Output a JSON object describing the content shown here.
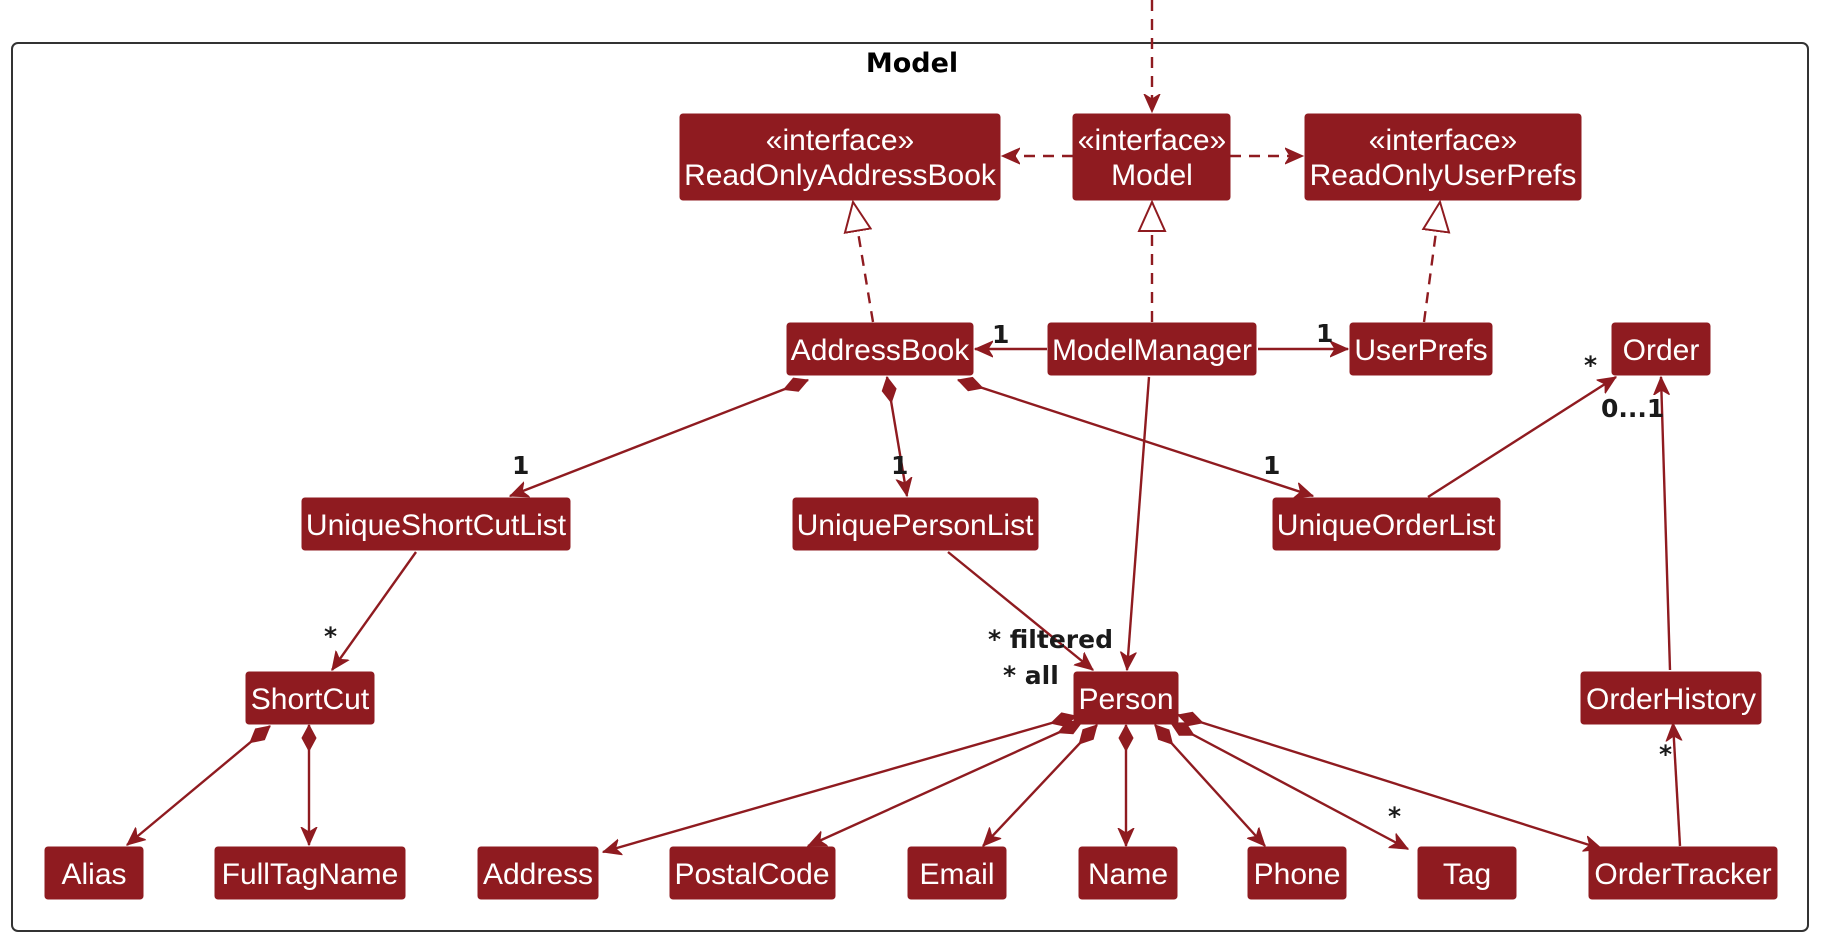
{
  "frame": {
    "title": "Model"
  },
  "nodes": [
    {
      "id": "readonly-address-book",
      "stereotype": "«interface»",
      "name": "ReadOnlyAddressBook"
    },
    {
      "id": "model",
      "stereotype": "«interface»",
      "name": "Model"
    },
    {
      "id": "readonly-user-prefs",
      "stereotype": "«interface»",
      "name": "ReadOnlyUserPrefs"
    },
    {
      "id": "address-book",
      "name": "AddressBook"
    },
    {
      "id": "model-manager",
      "name": "ModelManager"
    },
    {
      "id": "user-prefs",
      "name": "UserPrefs"
    },
    {
      "id": "order",
      "name": "Order"
    },
    {
      "id": "unique-shortcut-list",
      "name": "UniqueShortCutList"
    },
    {
      "id": "unique-person-list",
      "name": "UniquePersonList"
    },
    {
      "id": "unique-order-list",
      "name": "UniqueOrderList"
    },
    {
      "id": "shortcut",
      "name": "ShortCut"
    },
    {
      "id": "person",
      "name": "Person"
    },
    {
      "id": "order-history",
      "name": "OrderHistory"
    },
    {
      "id": "alias",
      "name": "Alias"
    },
    {
      "id": "full-tag-name",
      "name": "FullTagName"
    },
    {
      "id": "address",
      "name": "Address"
    },
    {
      "id": "postal-code",
      "name": "PostalCode"
    },
    {
      "id": "email",
      "name": "Email"
    },
    {
      "id": "name",
      "name": "Name"
    },
    {
      "id": "phone",
      "name": "Phone"
    },
    {
      "id": "tag",
      "name": "Tag"
    },
    {
      "id": "order-tracker",
      "name": "OrderTracker"
    }
  ],
  "edges": [
    {
      "from": "outside",
      "to": "model",
      "type": "dependency"
    },
    {
      "from": "model",
      "to": "readonly-address-book",
      "type": "dependency"
    },
    {
      "from": "model",
      "to": "readonly-user-prefs",
      "type": "dependency"
    },
    {
      "from": "address-book",
      "to": "readonly-address-book",
      "type": "realization"
    },
    {
      "from": "model-manager",
      "to": "model",
      "type": "realization"
    },
    {
      "from": "user-prefs",
      "to": "readonly-user-prefs",
      "type": "realization"
    },
    {
      "from": "model-manager",
      "to": "address-book",
      "type": "association",
      "target_mult": "1"
    },
    {
      "from": "model-manager",
      "to": "user-prefs",
      "type": "association",
      "target_mult": "1"
    },
    {
      "from": "address-book",
      "to": "unique-shortcut-list",
      "type": "composition",
      "target_mult": "1"
    },
    {
      "from": "address-book",
      "to": "unique-person-list",
      "type": "composition",
      "target_mult": "1"
    },
    {
      "from": "address-book",
      "to": "unique-order-list",
      "type": "composition",
      "target_mult": "1"
    },
    {
      "from": "unique-order-list",
      "to": "order",
      "type": "association",
      "target_mult": "*"
    },
    {
      "from": "order-history",
      "to": "order",
      "type": "association",
      "target_mult": "0...1"
    },
    {
      "from": "unique-shortcut-list",
      "to": "shortcut",
      "type": "association",
      "target_mult": "*"
    },
    {
      "from": "unique-person-list",
      "to": "person",
      "type": "association",
      "target_mult": "* all"
    },
    {
      "from": "model-manager",
      "to": "person",
      "type": "association",
      "target_mult": "* filtered"
    },
    {
      "from": "shortcut",
      "to": "alias",
      "type": "composition"
    },
    {
      "from": "shortcut",
      "to": "full-tag-name",
      "type": "composition"
    },
    {
      "from": "person",
      "to": "address",
      "type": "composition"
    },
    {
      "from": "person",
      "to": "postal-code",
      "type": "composition"
    },
    {
      "from": "person",
      "to": "email",
      "type": "composition"
    },
    {
      "from": "person",
      "to": "name",
      "type": "composition"
    },
    {
      "from": "person",
      "to": "phone",
      "type": "composition"
    },
    {
      "from": "person",
      "to": "tag",
      "type": "composition",
      "target_mult": "*"
    },
    {
      "from": "person",
      "to": "order-tracker",
      "type": "composition"
    },
    {
      "from": "order-tracker",
      "to": "order-history",
      "type": "association",
      "target_mult": "*"
    }
  ]
}
